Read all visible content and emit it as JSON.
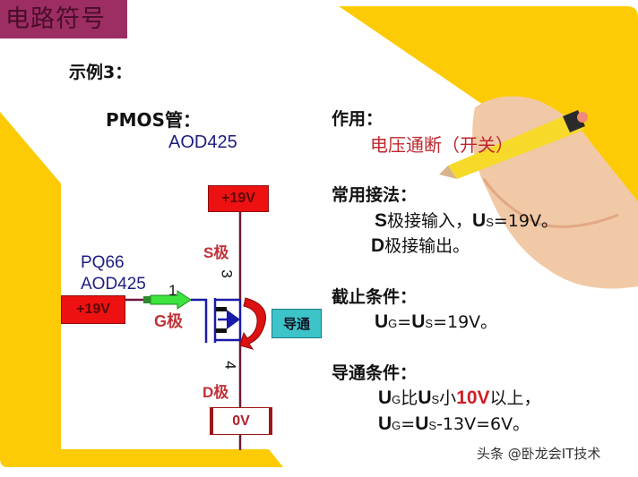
{
  "header": {
    "title": "电路符号"
  },
  "example": {
    "title": "示例3："
  },
  "device": {
    "type_label": "PMOS管：",
    "model": "AOD425"
  },
  "circuit": {
    "source_supply": "+19V",
    "gate_supply": "+19V",
    "drain_supply": "0V",
    "source_label": "S极",
    "gate_label": "G极",
    "drain_label": "D极",
    "ref_designator": "PQ66",
    "ref_model": "AOD425",
    "pin_gate": "1",
    "pin_source": "3",
    "pin_drain": "4",
    "state_badge": "导通"
  },
  "function": {
    "heading": "作用：",
    "text": "电压通断（开关）"
  },
  "usage": {
    "heading": "常用接法：",
    "line1": {
      "letter": "S",
      "text": "极接输入，",
      "u": "U",
      "sub": "S",
      "tail": "=19V。"
    },
    "line2": {
      "letter": "D",
      "text": "极接输出。"
    }
  },
  "cutoff": {
    "heading": "截止条件：",
    "line1": {
      "u1": "U",
      "sub1": "G",
      "eq": "=",
      "u2": "U",
      "sub2": "S",
      "tail": "=19V。"
    }
  },
  "conduction": {
    "heading": "导通条件：",
    "line1": {
      "u1": "U",
      "sub1": "G",
      "mid": "比",
      "u2": "U",
      "sub2": "S",
      "small": "小",
      "highlight": "10V",
      "tail": "以上，"
    },
    "line2": {
      "u1": "U",
      "sub1": "G",
      "eq": "=",
      "u2": "U",
      "sub2": "S",
      "tail": "-13V=6V。"
    }
  },
  "watermark": {
    "text": "头条 @卧龙会IT技术"
  },
  "colors": {
    "header_bg": "#9c2e63",
    "accent_yellow": "#fccb05",
    "supply_red": "#ee1111",
    "label_red": "#c0333a",
    "badge_teal": "#3cc4c8",
    "wire_blue": "#1a1aa8",
    "wire_maroon": "#6a1a3a"
  }
}
